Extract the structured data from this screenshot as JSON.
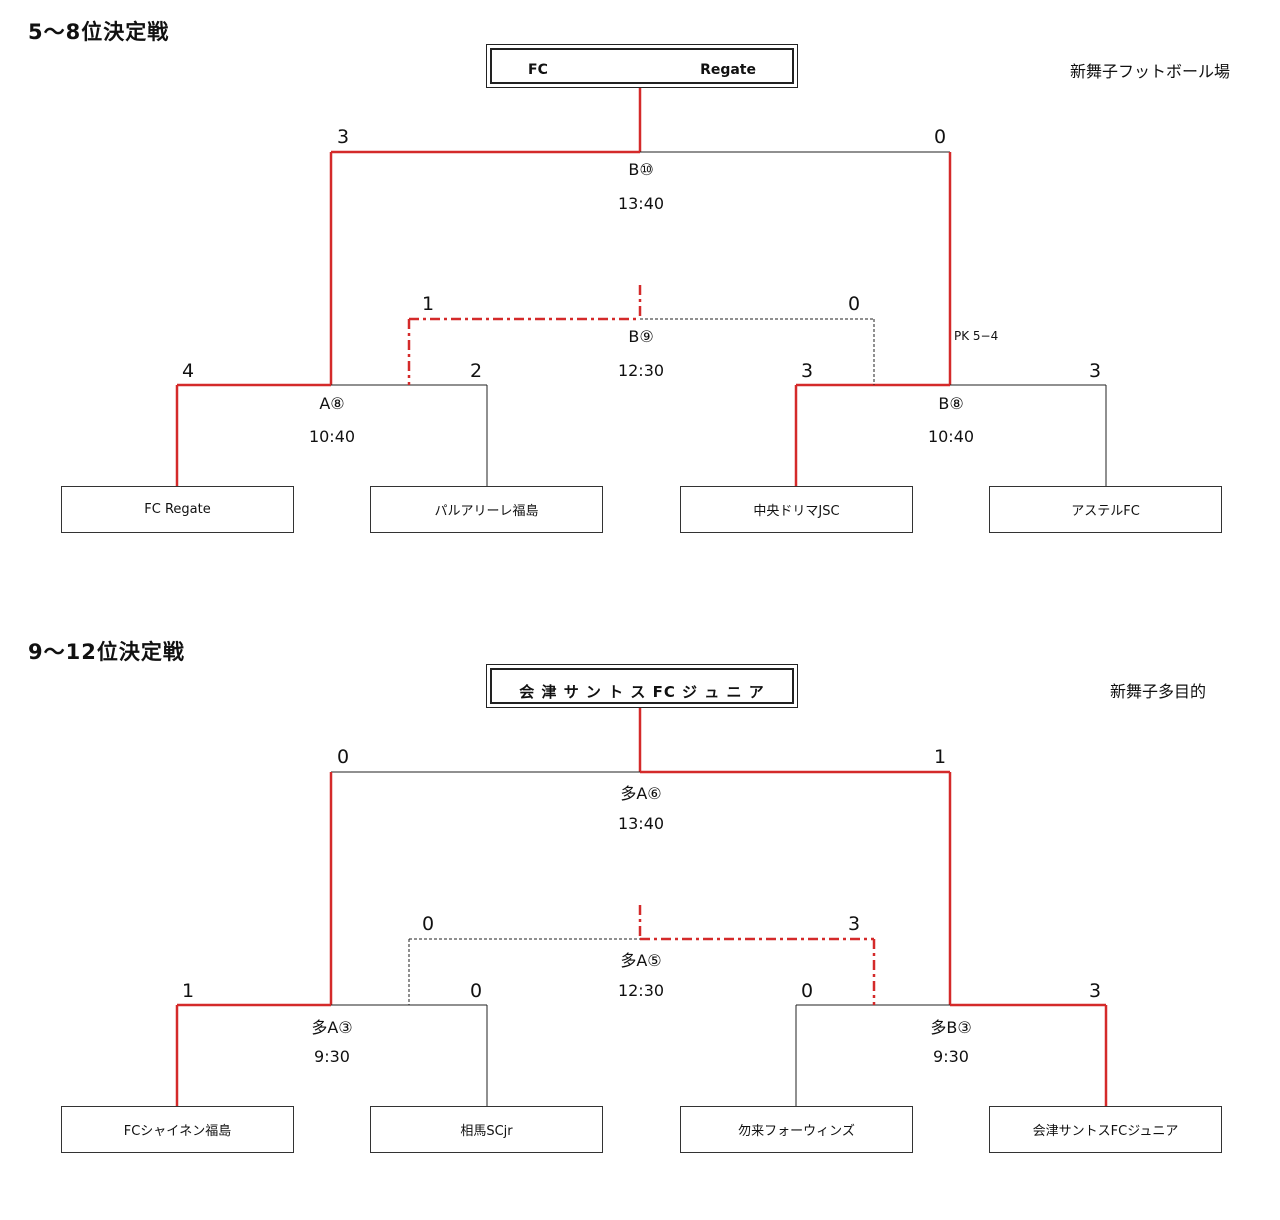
{
  "colors": {
    "win": "#d42a2a",
    "lose": "#222222"
  },
  "sections": [
    {
      "title": "5～8位決定戦",
      "venue": "新舞子フットボール場",
      "winner_left": "FC",
      "winner_right": "Regate",
      "teams": [
        "FC Regate",
        "パルアリーレ福島",
        "中央ドリマJSC",
        "アステルFC"
      ],
      "matches": {
        "a": {
          "code": "A⑧",
          "time": "10:40",
          "score_left": "4",
          "score_right": "2"
        },
        "b": {
          "code": "B⑧",
          "time": "10:40",
          "score_left": "3",
          "score_right": "3",
          "note": "PK 5−4"
        },
        "final": {
          "code": "B⑩",
          "time": "13:40",
          "score_left": "3",
          "score_right": "0"
        },
        "third": {
          "code": "B⑨",
          "time": "12:30",
          "score_left": "1",
          "score_right": "0"
        }
      }
    },
    {
      "title": "9～12位決定戦",
      "venue": "新舞子多目的",
      "winner": "会 津 サ ン ト ス FC ジ ュ ニ ア",
      "teams": [
        "FCシャイネン福島",
        "相馬SCjr",
        "勿来フォーウィンズ",
        "会津サントスFCジュニア"
      ],
      "matches": {
        "a": {
          "code": "多A③",
          "time": "9:30",
          "score_left": "1",
          "score_right": "0"
        },
        "b": {
          "code": "多B③",
          "time": "9:30",
          "score_left": "0",
          "score_right": "3"
        },
        "final": {
          "code": "多A⑥",
          "time": "13:40",
          "score_left": "0",
          "score_right": "1"
        },
        "third": {
          "code": "多A⑤",
          "time": "12:30",
          "score_left": "0",
          "score_right": "3"
        }
      }
    }
  ]
}
